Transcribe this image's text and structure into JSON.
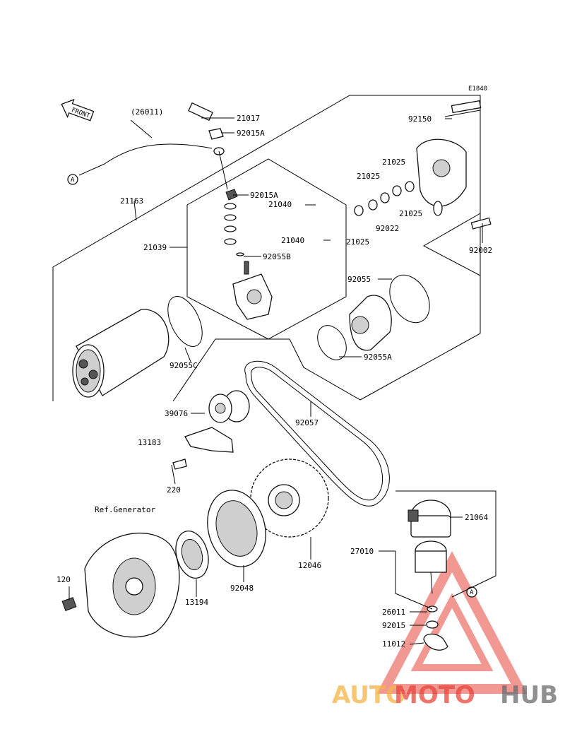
{
  "diagram_id": "E1840",
  "front_label": "FRONT",
  "ref_label": "Ref.Generator",
  "callout_A": "A",
  "parts": {
    "p26011_paren": "(26011)",
    "p21017": "21017",
    "p92015A_top": "92015A",
    "p21163": "21163",
    "p92015A_mid": "92015A",
    "p21040_a": "21040",
    "p21040_b": "21040",
    "p21039": "21039",
    "p92055B": "92055B",
    "p92150": "92150",
    "p21025_a": "21025",
    "p21025_b": "21025",
    "p21025_c": "21025",
    "p21025_d": "21025",
    "p92022": "92022",
    "p92002": "92002",
    "p92055": "92055",
    "p92055C": "92055C",
    "p92055A": "92055A",
    "p39076": "39076",
    "p92057": "92057",
    "p13183": "13183",
    "p220": "220",
    "p12046": "12046",
    "p92048": "92048",
    "p13194": "13194",
    "p120": "120",
    "p21064": "21064",
    "p27010": "27010",
    "p26011": "26011",
    "p92015": "92015",
    "p11012": "11012"
  },
  "watermark": {
    "part1": "AUTO",
    "part2": "MOTO",
    "part3": "HUB",
    "color1": "#f5b445",
    "color2": "#e8453c",
    "color3": "#6b6b6b"
  }
}
